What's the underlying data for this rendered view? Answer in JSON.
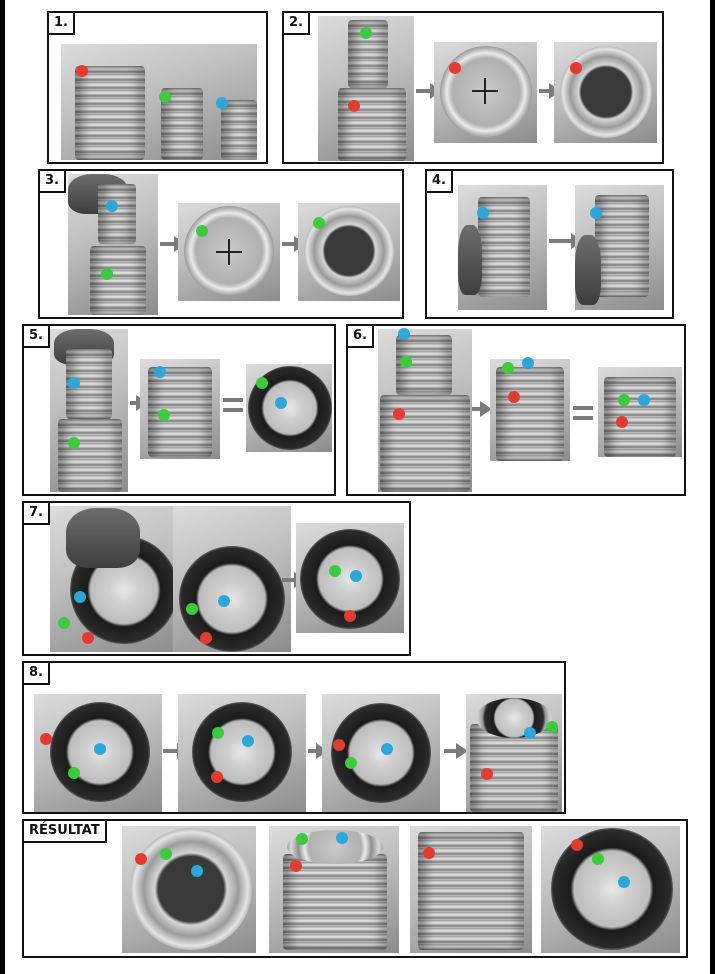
{
  "steps": [
    {
      "label": "1."
    },
    {
      "label": "2."
    },
    {
      "label": "3."
    },
    {
      "label": "4."
    },
    {
      "label": "5."
    },
    {
      "label": "6."
    },
    {
      "label": "7."
    },
    {
      "label": "8."
    }
  ],
  "result": {
    "label": "RÉSULTAT"
  },
  "colors": {
    "red": "#e53a2f",
    "green": "#3bcc3b",
    "blue": "#2aa7db",
    "arrow": "#7b7b7b",
    "frame": "#111111"
  }
}
